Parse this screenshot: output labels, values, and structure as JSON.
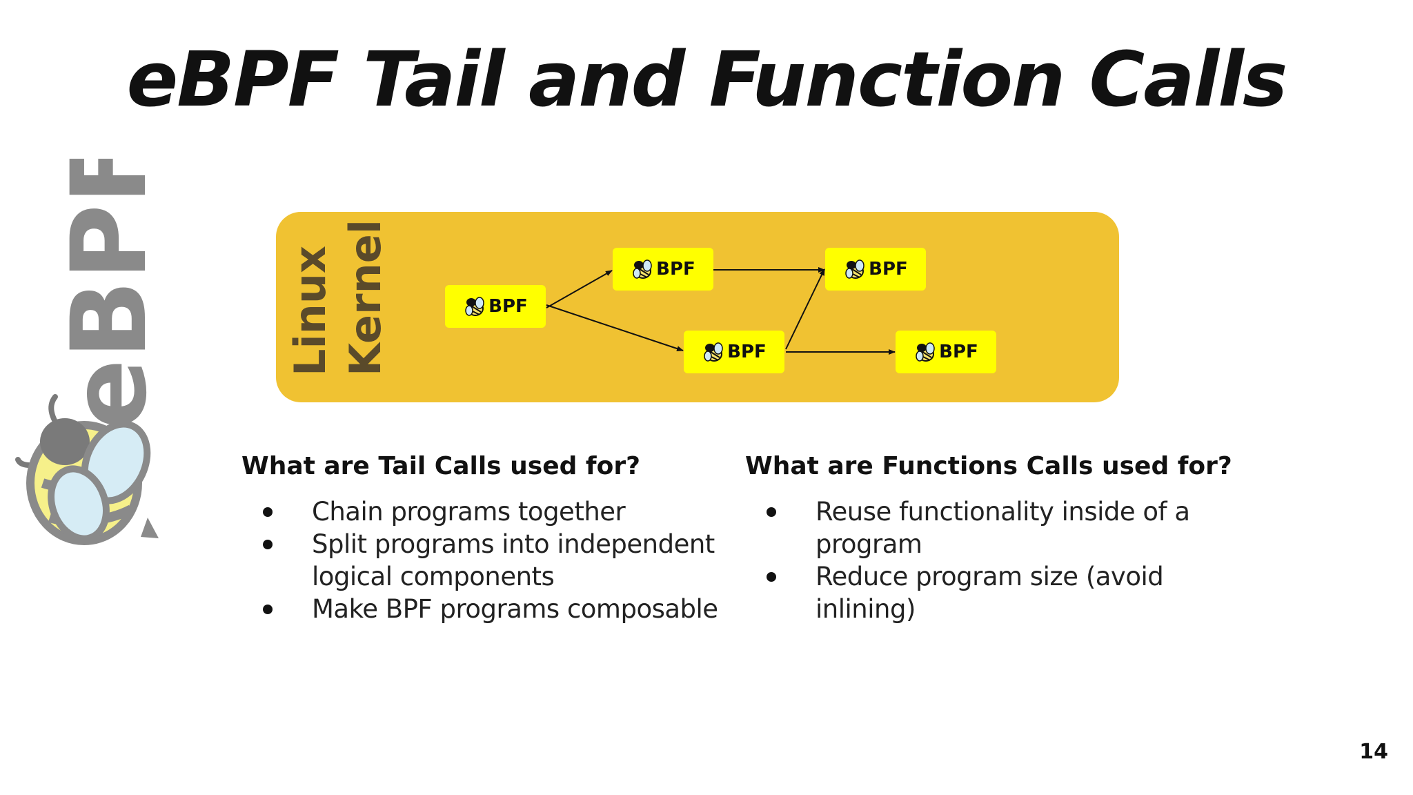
{
  "slide": {
    "title": "eBPF Tail and Function Calls",
    "page_number": "14"
  },
  "logo": {
    "text": "eBPF",
    "icon": "bee-icon"
  },
  "diagram": {
    "container_label_line1": "Linux",
    "container_label_line2": "Kernel",
    "node_label": "BPF",
    "node_icon": "bee-icon",
    "nodes": [
      "BPF",
      "BPF",
      "BPF",
      "BPF",
      "BPF"
    ],
    "edges": [
      [
        0,
        1
      ],
      [
        0,
        2
      ],
      [
        1,
        3
      ],
      [
        2,
        3
      ],
      [
        2,
        4
      ]
    ]
  },
  "tail_calls": {
    "heading": "What are Tail Calls used for?",
    "items": [
      "Chain programs together",
      "Split programs into independent logical components",
      "Make BPF programs composable"
    ]
  },
  "function_calls": {
    "heading": "What are Functions Calls used for?",
    "items": [
      "Reuse functionality inside of a program",
      "Reduce program size (avoid inlining)"
    ]
  },
  "colors": {
    "kernel_box": "#f0c232",
    "bpf_node": "#ffff00",
    "logo_gray": "#8a8a8a",
    "bee_yellow": "#f6f08a",
    "bee_wing": "#d6ecf5"
  }
}
